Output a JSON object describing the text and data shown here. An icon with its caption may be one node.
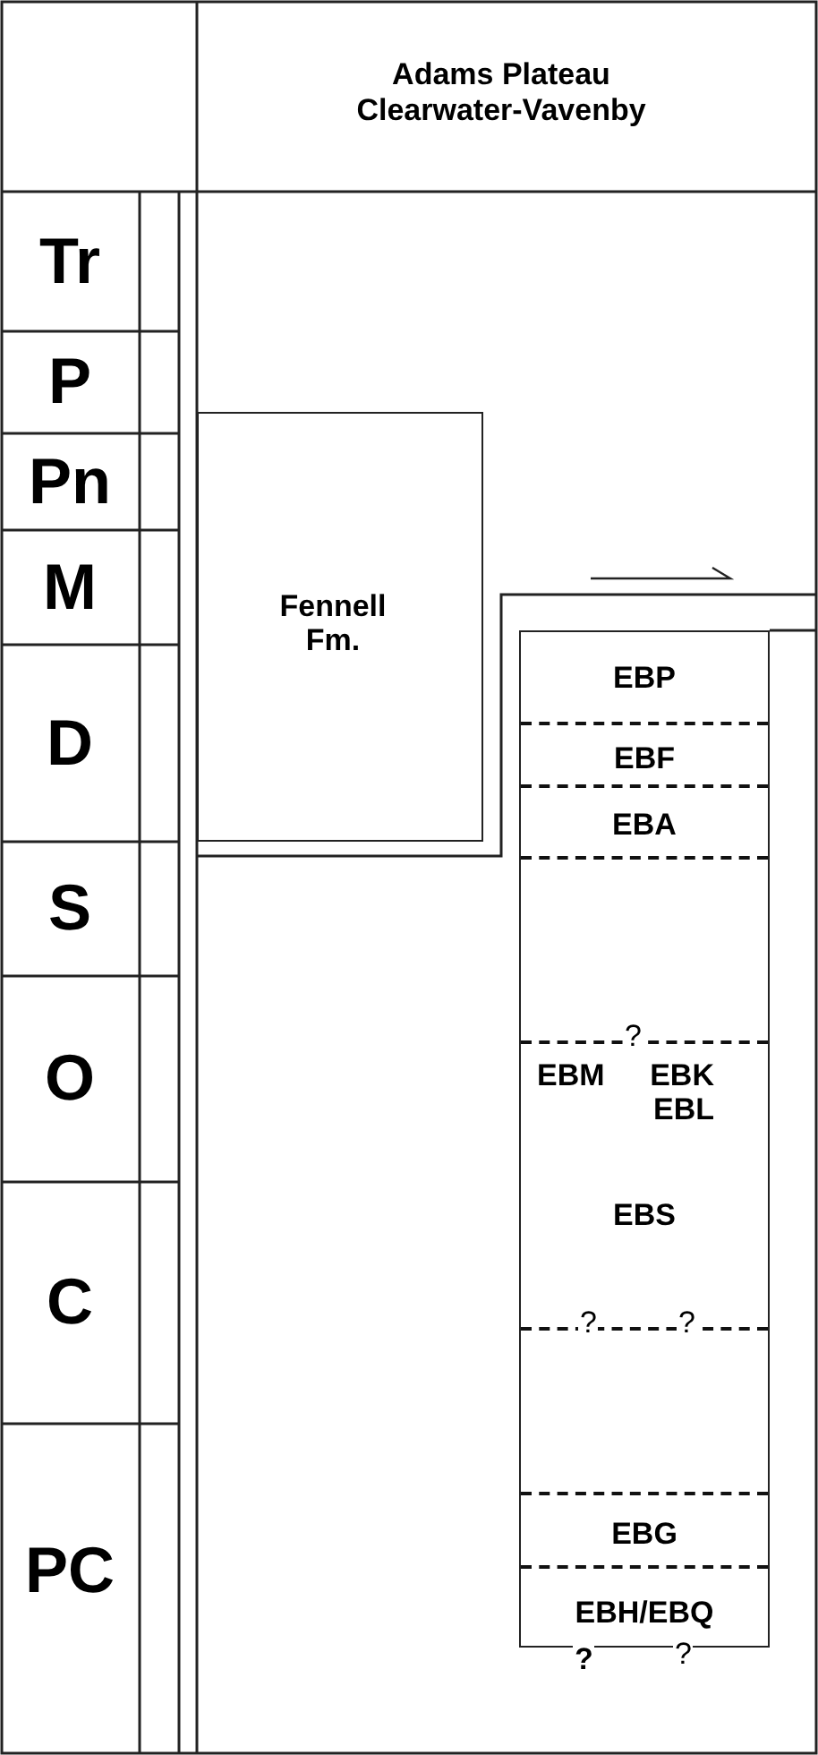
{
  "diagram": {
    "nodes": [
      {
        "text": [
          "Fennell Fm."
        ]
      },
      {
        "text": [],
        "shape": "box"
      },
      {
        "text": [
          "EBP"
        ],
        "in": 1
      },
      {
        "text": [
          "EBF"
        ],
        "in": 1
      },
      {
        "text": [
          "EBA"
        ],
        "in": 1
      },
      {
        "text": [],
        "shape": "band",
        "in": 1
      },
      {
        "text": [
          "EBM",
          "EBK EBL",
          "EBS"
        ],
        "in": 1
      },
      {
        "text": [],
        "shape": "band",
        "in": 1
      },
      {
        "text": [
          "EBG"
        ],
        "in": 1
      },
      {
        "text": [
          "EBH/EBQ"
        ],
        "in": 1
      }
    ],
    "edges": [],
    "labels": [
      "Adams Plateau Clearwater-Vavenby",
      "Tr",
      "P",
      "Pn",
      "M",
      "D",
      "S",
      "O",
      "C",
      "PC",
      "?",
      "?",
      "?",
      "?",
      "?"
    ]
  }
}
